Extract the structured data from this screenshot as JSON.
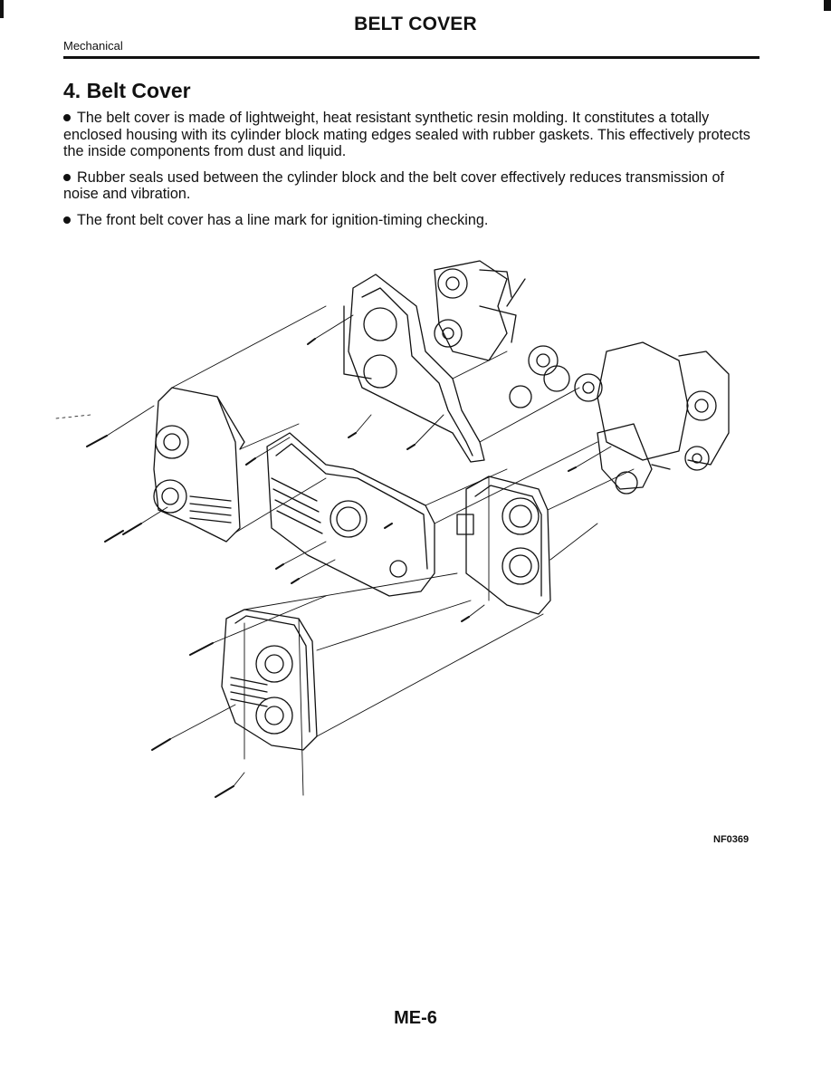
{
  "header": {
    "title": "BELT COVER",
    "section": "Mechanical"
  },
  "content": {
    "heading": "4. Belt Cover",
    "bullets": [
      "The belt cover is made of lightweight, heat resistant synthetic resin molding. It constitutes a totally enclosed housing with its cylinder block mating edges sealed with rubber gaskets. This effectively protects the inside components from dust and liquid.",
      "Rubber seals used between the cylinder block and the belt cover effectively reduces transmission of noise and vibration.",
      "The front belt cover has a line mark for ignition-timing checking."
    ]
  },
  "figure": {
    "id": "NF0369"
  },
  "footer": {
    "page": "ME-6"
  }
}
